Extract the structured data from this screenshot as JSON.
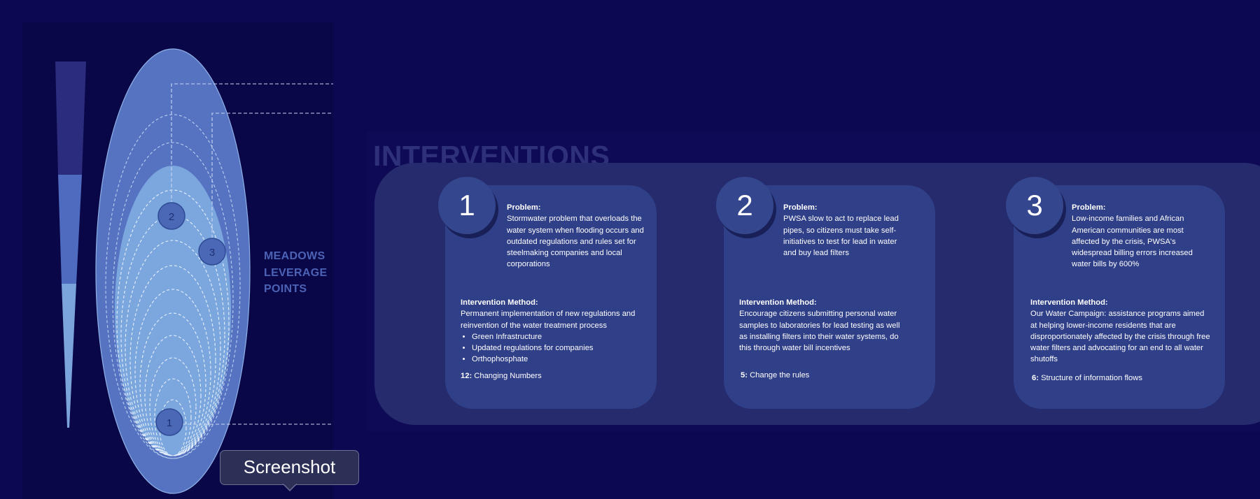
{
  "diagram": {
    "meadows_label": [
      "MEADOWS",
      "LEVERAGE",
      "POINTS"
    ],
    "markers": [
      "2",
      "3",
      "1"
    ]
  },
  "interventions": {
    "title": "INTERVENTIONS",
    "cards": [
      {
        "number": "1",
        "problem_label": "Problem:",
        "problem_text": "Stormwater problem that overloads the water system when flooding occurs and outdated regulations and rules set for steelmaking companies and local corporations",
        "method_label": "Intervention Method:",
        "method_text": "Permanent implementation of new regulations and reinvention of the water treatment process",
        "method_bullets": [
          "Green Infrastructure",
          "Updated regulations for companies",
          "Orthophosphate"
        ],
        "leverage_number": "12:",
        "leverage_text": "Changing Numbers"
      },
      {
        "number": "2",
        "problem_label": "Problem:",
        "problem_text": "PWSA slow to act to replace lead pipes, so citizens must take self-initiatives to test for lead in water and buy lead filters",
        "method_label": "Intervention Method:",
        "method_text": "Encourage citizens submitting personal water samples to laboratories for lead testing as well as installing filters into their water systems, do this through water bill incentives",
        "leverage_number": "5:",
        "leverage_text": "Change the rules"
      },
      {
        "number": "3",
        "problem_label": "Problem:",
        "problem_text": "Low-income families and African American communities are most affected by the crisis, PWSA's widespread billing errors increased water bills by 600%",
        "method_label": "Intervention Method:",
        "method_text": "Our Water Campaign: assistance programs aimed at helping lower-income residents that are disproportionately affected by the crisis through free water filters and advocating for an end to all water shutoffs",
        "leverage_number": "6:",
        "leverage_text": "Structure of information flows"
      }
    ]
  },
  "tooltip": {
    "label": "Screenshot"
  },
  "colors": {
    "background": "#0d0852",
    "band": "#262b6e",
    "card": "#2f3f88",
    "accent_label": "#4c62b5",
    "outer_ellipse": "#5673c2",
    "inner_ellipse": "#7ba7de"
  }
}
